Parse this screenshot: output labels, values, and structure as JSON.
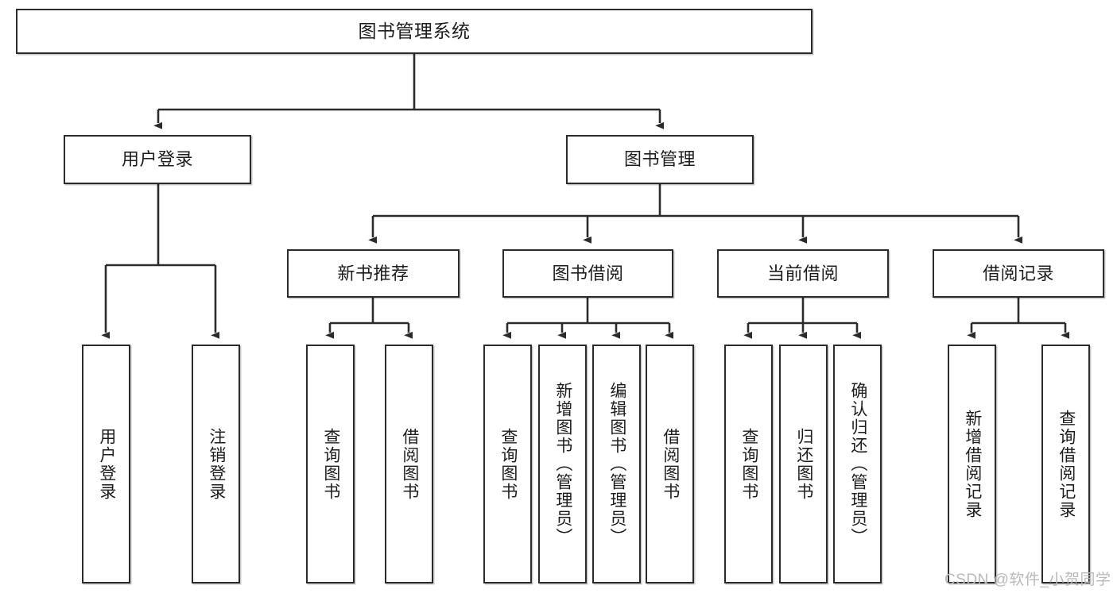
{
  "diagram": {
    "title_node": {
      "label": "图书管理系统"
    },
    "level2": [
      {
        "label": "用户登录"
      },
      {
        "label": "图书管理"
      }
    ],
    "level3": [
      {
        "label": "新书推荐"
      },
      {
        "label": "图书借阅"
      },
      {
        "label": "当前借阅"
      },
      {
        "label": "借阅记录"
      }
    ],
    "leaves": {
      "user_login": [
        {
          "label": "用户登录"
        },
        {
          "label": "注销登录"
        }
      ],
      "new_book_recommend": [
        {
          "label": "查询图书"
        },
        {
          "label": "借阅图书"
        }
      ],
      "book_borrow": [
        {
          "label": "查询图书"
        },
        {
          "label": "新增图书（管理员）"
        },
        {
          "label": "编辑图书（管理员）"
        },
        {
          "label": "借阅图书"
        }
      ],
      "current_borrow": [
        {
          "label": "查询图书"
        },
        {
          "label": "归还图书"
        },
        {
          "label": "确认归还（管理员）"
        }
      ],
      "borrow_record": [
        {
          "label": "新增借阅记录"
        },
        {
          "label": "查询借阅记录"
        }
      ]
    }
  },
  "watermark": {
    "text": "CSDN @软件_小贺同学"
  },
  "colors": {
    "stroke": "#2b2b2b",
    "fill": "#ffffff",
    "text": "#1d1d1d",
    "watermark": "#b9b9b9"
  }
}
